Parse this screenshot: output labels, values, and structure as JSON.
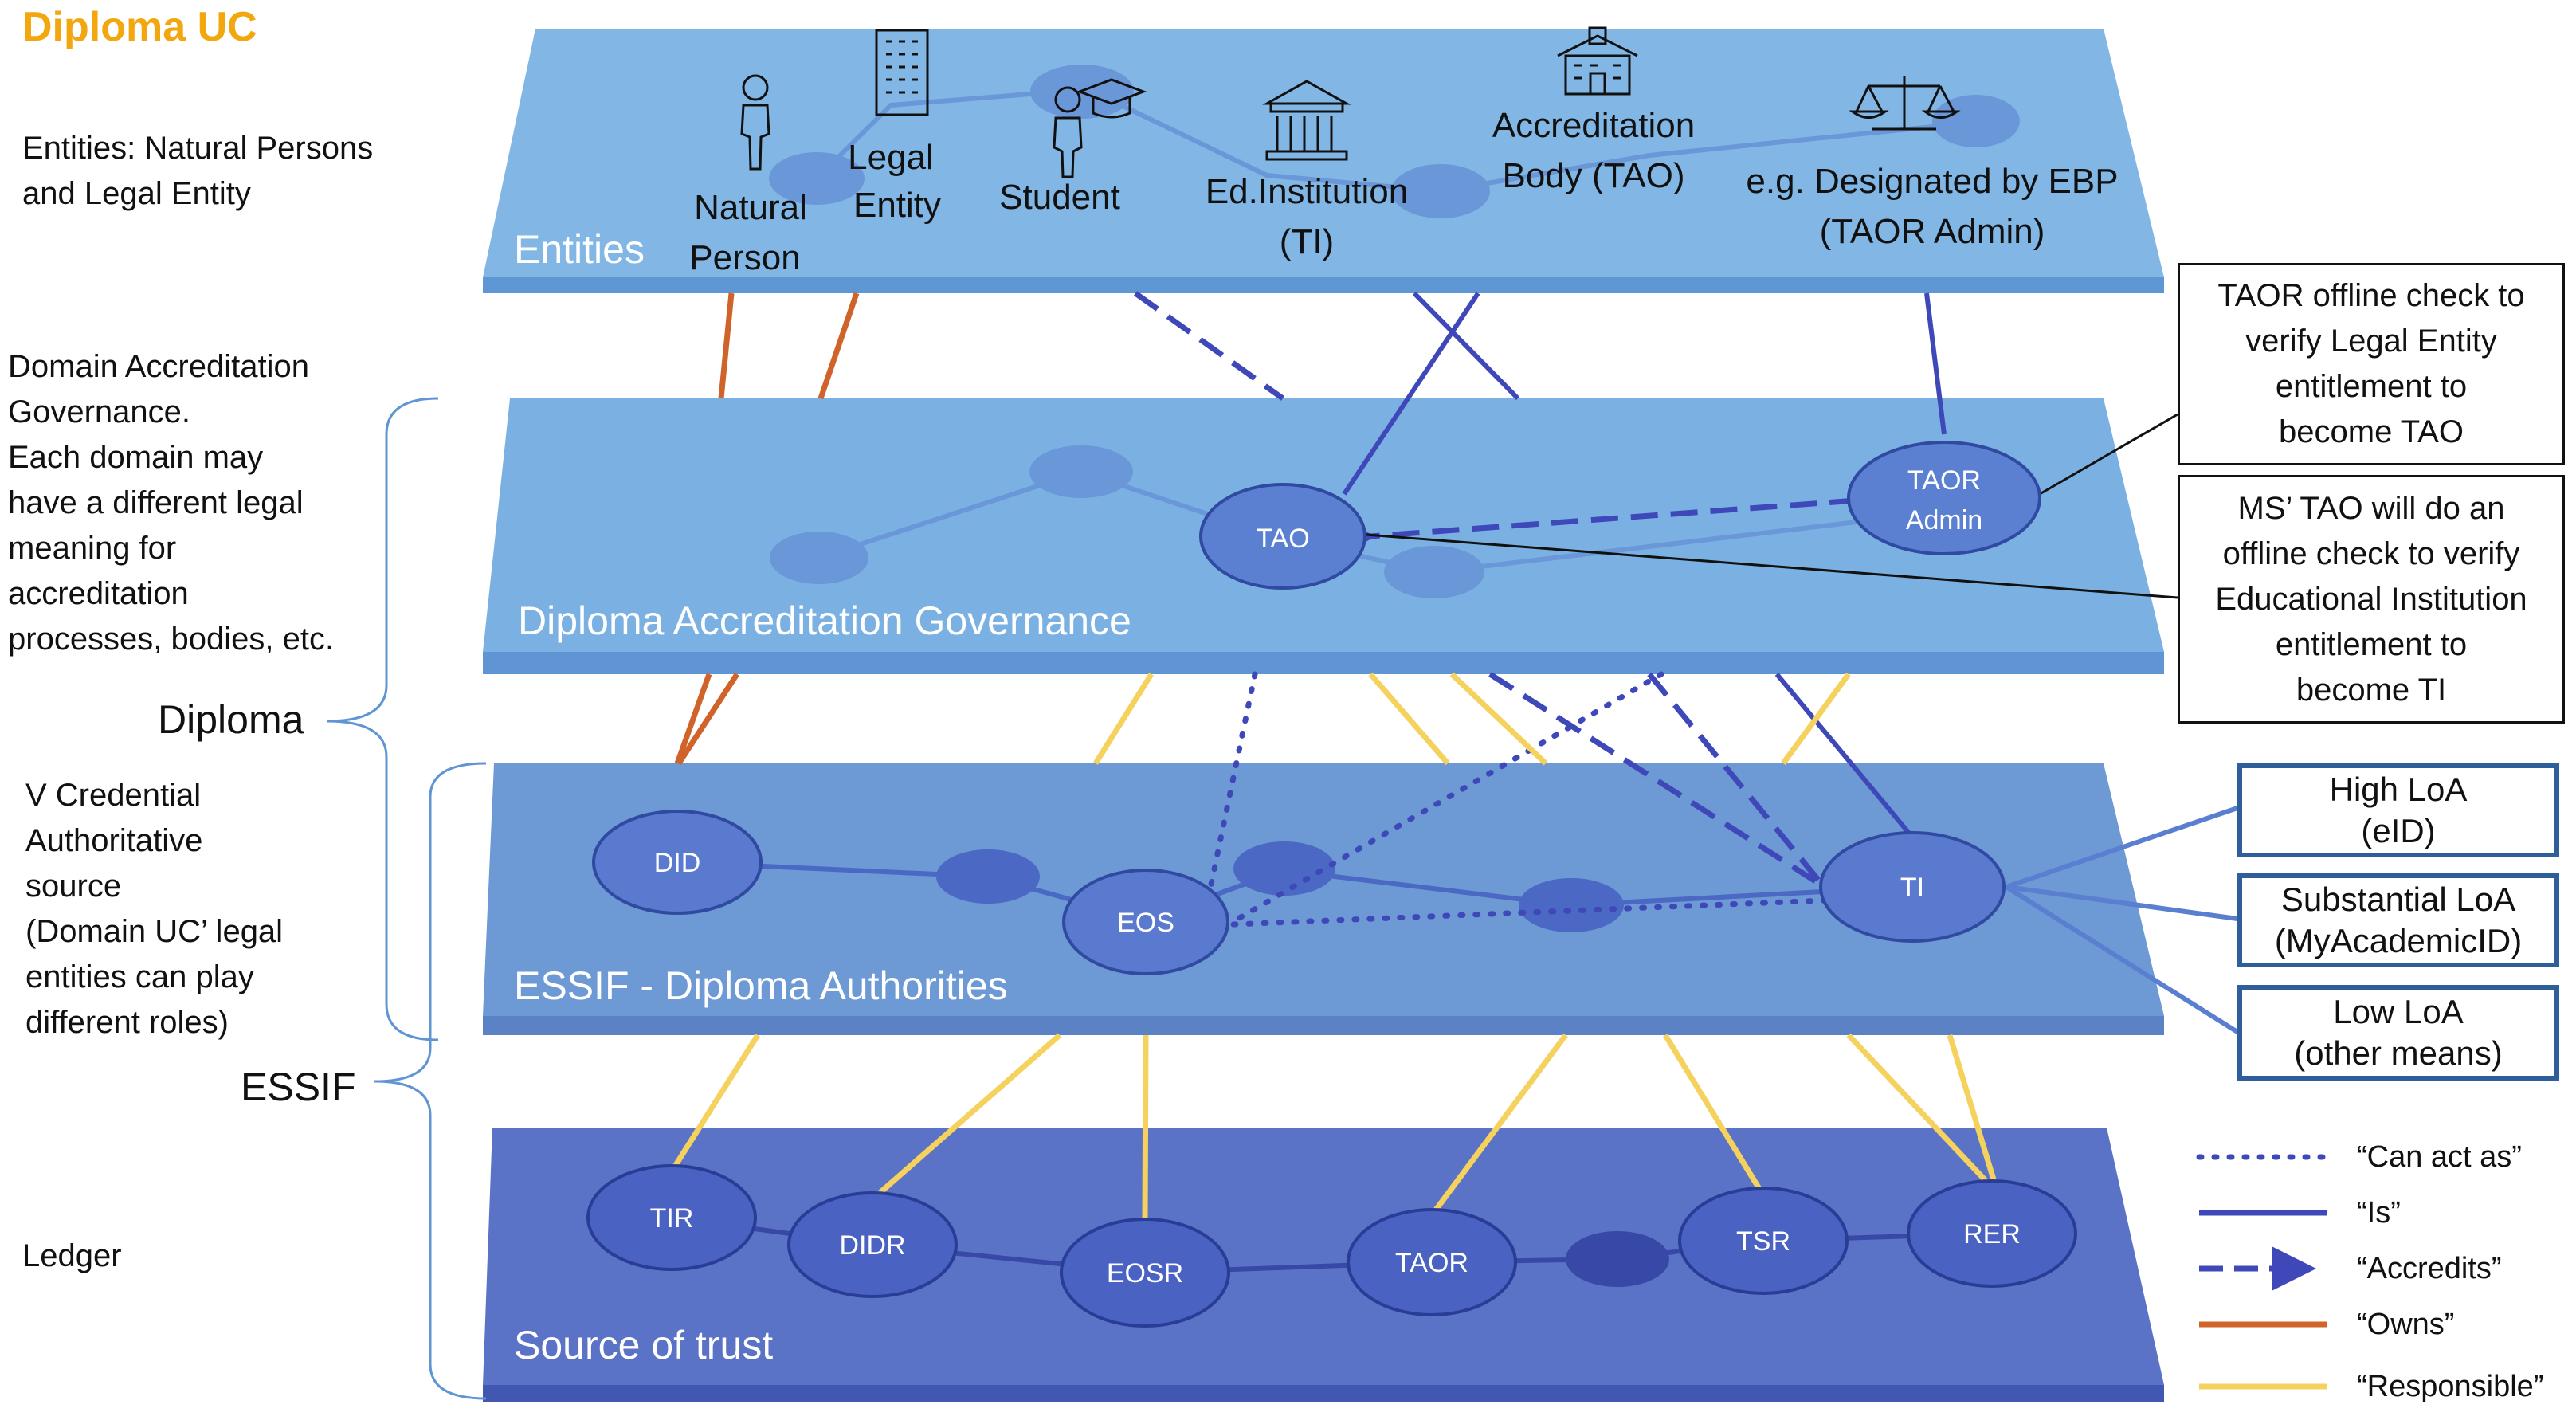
{
  "title": "Diploma UC",
  "side_labels": {
    "entities_desc": [
      "Entities: Natural Persons",
      "and Legal Entity"
    ],
    "governance_desc": [
      "Domain Accreditation",
      "Governance.",
      "Each domain may",
      "have a different legal",
      "meaning for",
      "accreditation",
      "processes, bodies, etc."
    ],
    "diploma_group": "Diploma",
    "credential_desc": [
      "V Credential",
      "Authoritative",
      "source",
      "(Domain UC’ legal",
      "entities can play",
      "different roles)"
    ],
    "essif_group": "ESSIF",
    "ledger": "Ledger"
  },
  "layers": [
    {
      "id": "entities",
      "label": "Entities",
      "color": "#7fb4e3"
    },
    {
      "id": "governance",
      "label": "Diploma Accreditation Governance",
      "color": "#7ab0e1"
    },
    {
      "id": "authorities",
      "label": "ESSIF - Diploma Authorities",
      "color": "#6d9ad5"
    },
    {
      "id": "trust",
      "label": "Source of trust",
      "color": "#5a72c4"
    }
  ],
  "entities": {
    "natural_person": [
      "Natural",
      "Person"
    ],
    "legal_entity": [
      "Legal",
      "Entity"
    ],
    "student": "Student",
    "ed_institution": [
      "Ed.Institution",
      "(TI)"
    ],
    "accreditation_body": [
      "Accreditation",
      "Body (TAO)"
    ],
    "designated": [
      "e.g. Designated by EBP",
      "(TAOR Admin)"
    ]
  },
  "nodes": {
    "tao": "TAO",
    "taor_admin": [
      "TAOR",
      "Admin"
    ],
    "did": "DID",
    "eos": "EOS",
    "ti": "TI",
    "tir": "TIR",
    "didr": "DIDR",
    "eosr": "EOSR",
    "taor": "TAOR",
    "tsr": "TSR",
    "rer": "RER"
  },
  "callouts": {
    "taor_check": [
      "TAOR offline check to",
      "verify Legal Entity",
      "entitlement to",
      "become TAO"
    ],
    "ms_tao_check": [
      "MS’ TAO will do an",
      "offline check to verify",
      "Educational Institution",
      "entitlement to",
      "become TI"
    ]
  },
  "loa": [
    {
      "line1": "High LoA",
      "line2": "(eID)"
    },
    {
      "line1": "Substantial LoA",
      "line2": "(MyAcademicID)"
    },
    {
      "line1": "Low LoA",
      "line2": "(other means)"
    }
  ],
  "legend": [
    {
      "label": "“Can act as”",
      "style": "dotted",
      "color": "#3f48b8"
    },
    {
      "label": "“Is”",
      "style": "solid",
      "color": "#3f48b8"
    },
    {
      "label": "“Accredits”",
      "style": "dashed-arrow",
      "color": "#3f48b8"
    },
    {
      "label": "“Owns”",
      "style": "solid",
      "color": "#d0632a"
    },
    {
      "label": "“Responsible”",
      "style": "solid",
      "color": "#f5d15e"
    }
  ],
  "colors": {
    "is": "#3f48b8",
    "owns": "#d0632a",
    "responsible": "#f5d15e",
    "node_fill": "#5b7fd0",
    "node_stroke": "#2f4aa0",
    "loa_border": "#2e5f9a"
  }
}
